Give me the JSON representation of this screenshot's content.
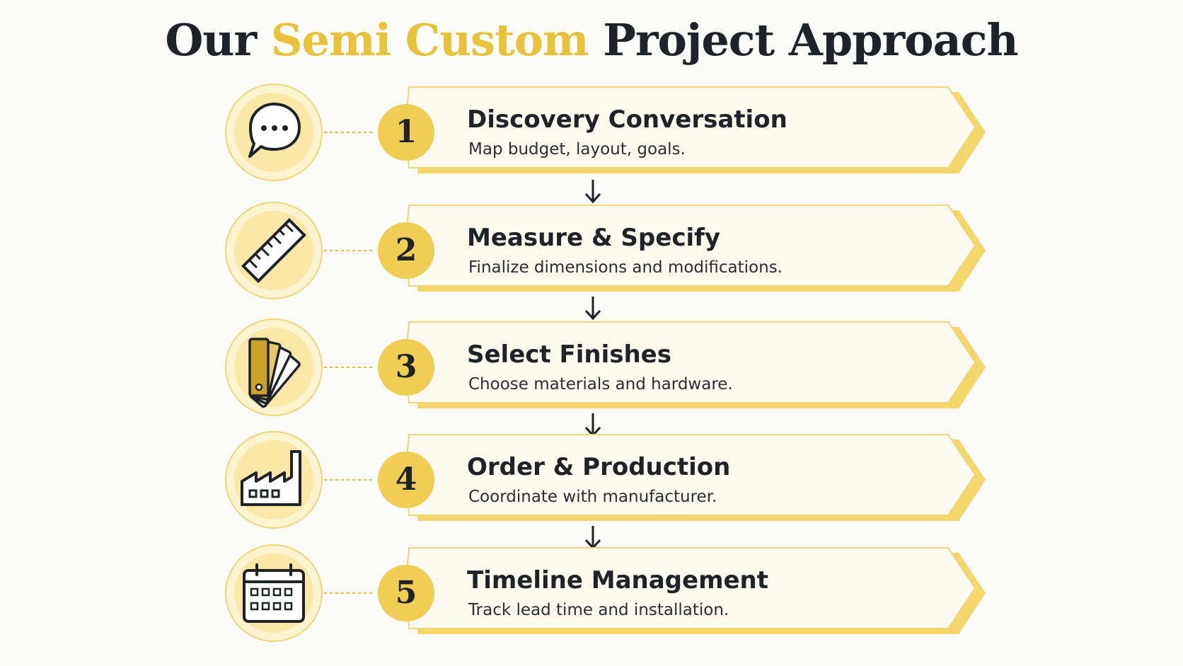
{
  "title": {
    "part1": "Our",
    "part2": "Semi Custom",
    "part3": "Project Approach"
  },
  "colors": {
    "accent": "#e8c33a",
    "badge": "#f0cd55",
    "icon_fill": "#fbe8a8",
    "card_fill": "#fdfaf0",
    "card_border": "#f0d77a",
    "ink": "#1f2328"
  },
  "steps": [
    {
      "number": "1",
      "title": "Discovery Conversation",
      "description": "Map budget, layout, goals.",
      "icon": "speech-bubble-icon"
    },
    {
      "number": "2",
      "title": "Measure & Specify",
      "description": "Finalize dimensions and modifications.",
      "icon": "ruler-icon"
    },
    {
      "number": "3",
      "title": "Select Finishes",
      "description": "Choose materials and hardware.",
      "icon": "color-swatch-icon"
    },
    {
      "number": "4",
      "title": "Order & Production",
      "description": "Coordinate with manufacturer.",
      "icon": "factory-icon"
    },
    {
      "number": "5",
      "title": "Timeline Management",
      "description": "Track lead time and installation.",
      "icon": "calendar-icon"
    }
  ]
}
